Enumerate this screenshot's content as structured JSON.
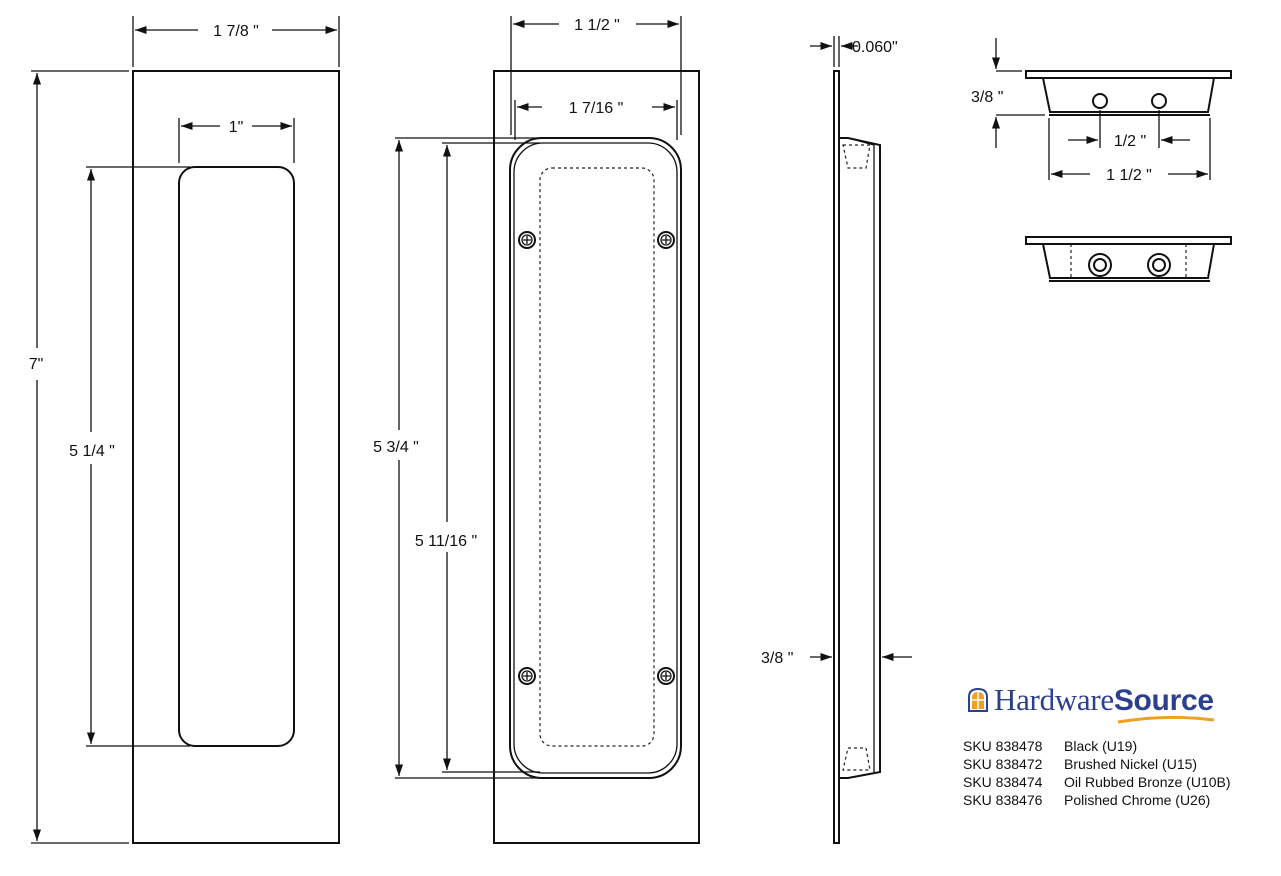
{
  "dimensions": {
    "front_width": "1 7/8 \"",
    "opening_width": "1\"",
    "overall_height": "7\"",
    "opening_height": "5 1/4 \"",
    "back_width": "1 1/2 \"",
    "back_inner_width": "1  7/16 \"",
    "back_height": "5 3/4 \"",
    "back_inner_height": "5 11/16  \"",
    "plate_thickness": "0.060\"",
    "side_depth": "3/8 \"",
    "top_depth": "3/8 \"",
    "hole_spacing": "1/2 \"",
    "top_width": "1 1/2 \""
  },
  "brand": {
    "name_regular": "Hardware",
    "name_bold": "Source",
    "icon": "window-icon",
    "colors": {
      "primary": "#2d3f8f",
      "accent": "#f0a020"
    }
  },
  "skus": [
    {
      "sku": "SKU 838478",
      "finish": "Black (U19)"
    },
    {
      "sku": "SKU 838472",
      "finish": "Brushed Nickel (U15)"
    },
    {
      "sku": "SKU 838474",
      "finish": "Oil Rubbed Bronze (U10B)"
    },
    {
      "sku": "SKU 838476",
      "finish": "Polished Chrome (U26)"
    }
  ]
}
